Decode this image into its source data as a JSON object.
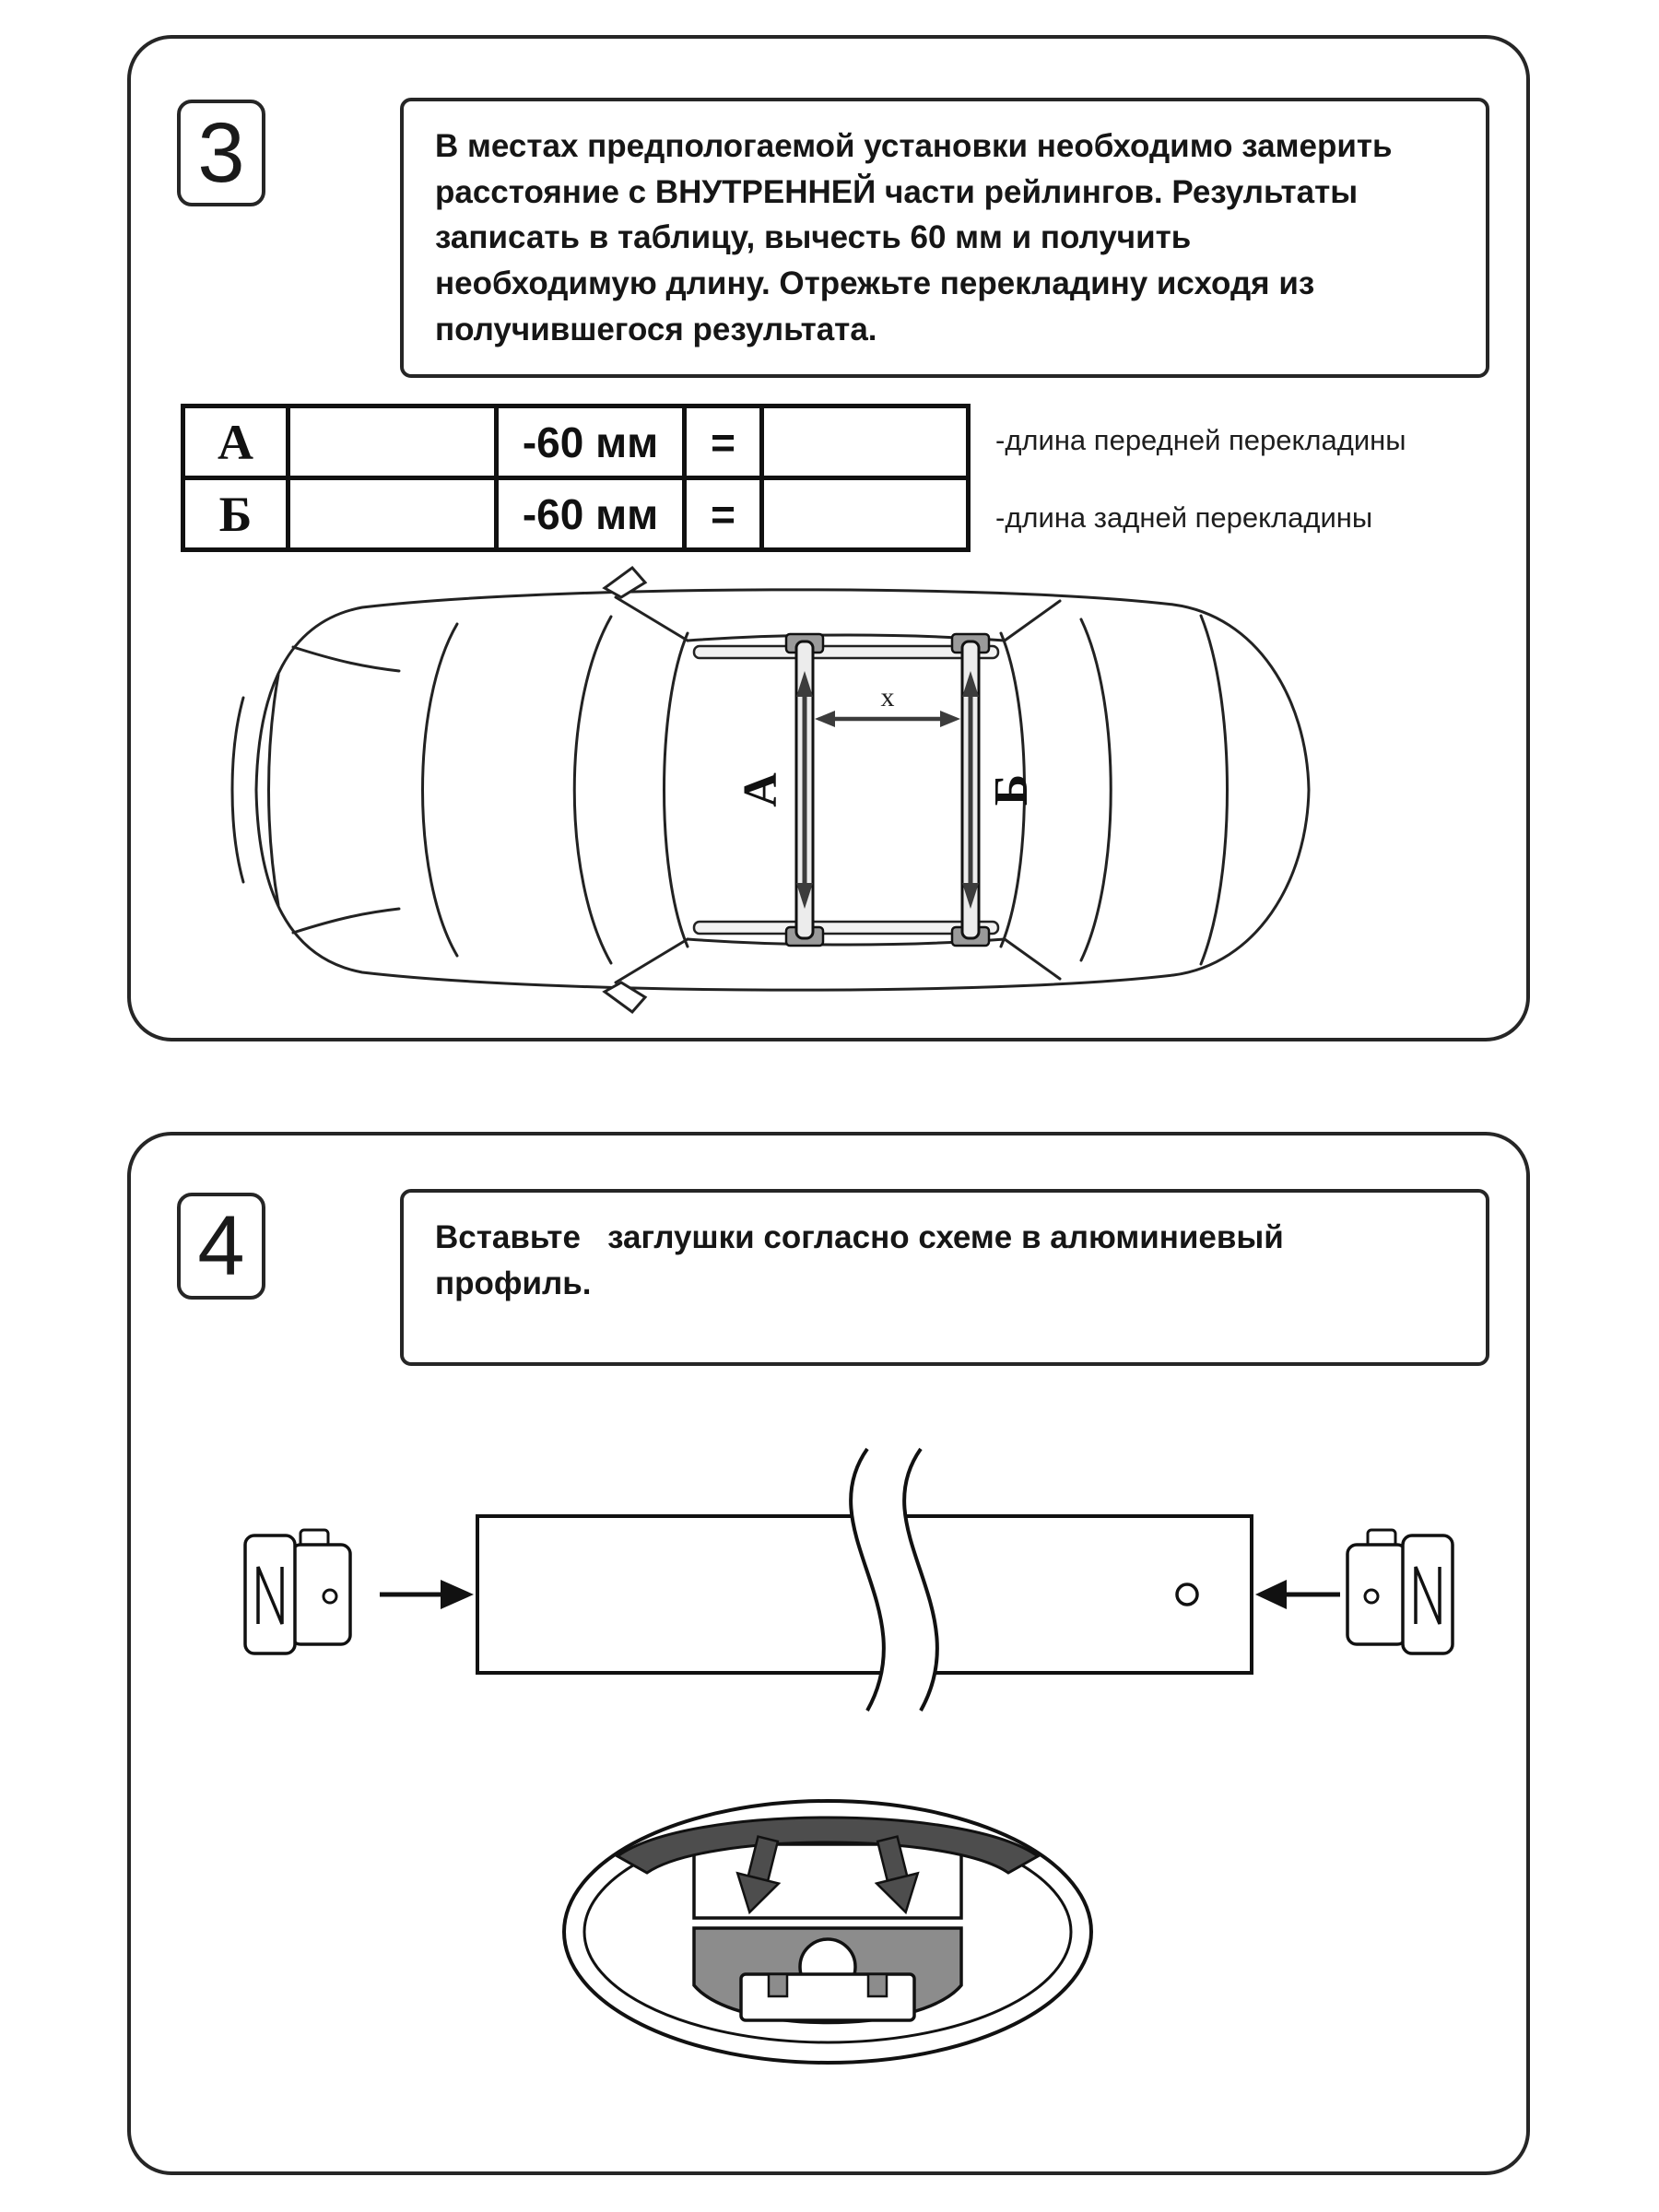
{
  "colors": {
    "ink": "#111111",
    "plug_gray": "#4d4d4d",
    "block_gray": "#8c8c8c"
  },
  "step3": {
    "number": "3",
    "instruction": "В местах предпологаемой установки необходимо замерить\nрасстояние с ВНУТРЕННЕЙ части рейлингов. Результаты\nзаписать в таблицу, вычесть 60 мм и получить\nнеобходимую длину. Отрежьте перекладину исходя из\nполучившегося результата.",
    "table": {
      "rows": [
        {
          "letter": "А",
          "measured_value": "",
          "subtract": "-60 мм",
          "equals": "=",
          "result": "",
          "caption": "-длина передней перекладины"
        },
        {
          "letter": "Б",
          "measured_value": "",
          "subtract": "-60 мм",
          "equals": "=",
          "result": "",
          "caption": "-длина задней перекладины"
        }
      ]
    },
    "diagram": {
      "front_bar_label": "А",
      "rear_bar_label": "Б",
      "distance_label": "x"
    }
  },
  "step4": {
    "number": "4",
    "instruction": "Вставьте   заглушки согласно схеме в алюминиевый\nпрофиль."
  }
}
